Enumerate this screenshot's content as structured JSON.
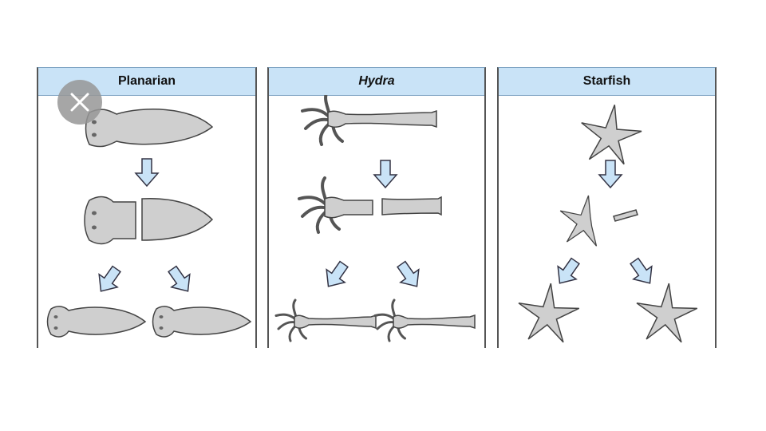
{
  "panels": [
    {
      "title": "Planarian"
    },
    {
      "title": "Hydra"
    },
    {
      "title": "Starfish"
    }
  ],
  "colors": {
    "header_bg": "#c9e3f7",
    "body_fill": "#cfcfcf",
    "arrow_fill": "#c9e3f7",
    "outline": "#444444"
  },
  "overlay": {
    "close_icon": "close-icon"
  }
}
